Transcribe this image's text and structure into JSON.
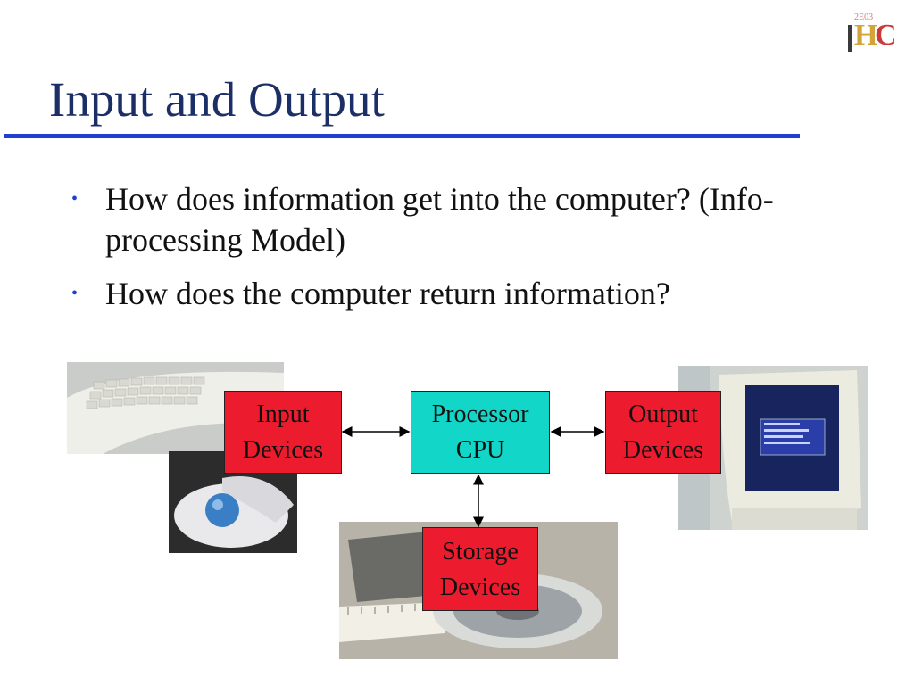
{
  "logo": {
    "small_text": "2E03",
    "letters": "IHC"
  },
  "slide": {
    "title": "Input and Output",
    "bullets": [
      "How does information get into the computer? (Info-processing Model)",
      "How does the computer return information?"
    ]
  },
  "diagram": {
    "input": {
      "line1": "Input",
      "line2": "Devices"
    },
    "processor": {
      "line1": "Processor",
      "line2": "CPU"
    },
    "output": {
      "line1": "Output",
      "line2": "Devices"
    },
    "storage": {
      "line1": "Storage",
      "line2": "Devices"
    }
  },
  "colors": {
    "title": "#1c2e66",
    "rule": "#1e3fcf",
    "device_box": "#ec1c2e",
    "processor_box": "#12d6c8"
  }
}
